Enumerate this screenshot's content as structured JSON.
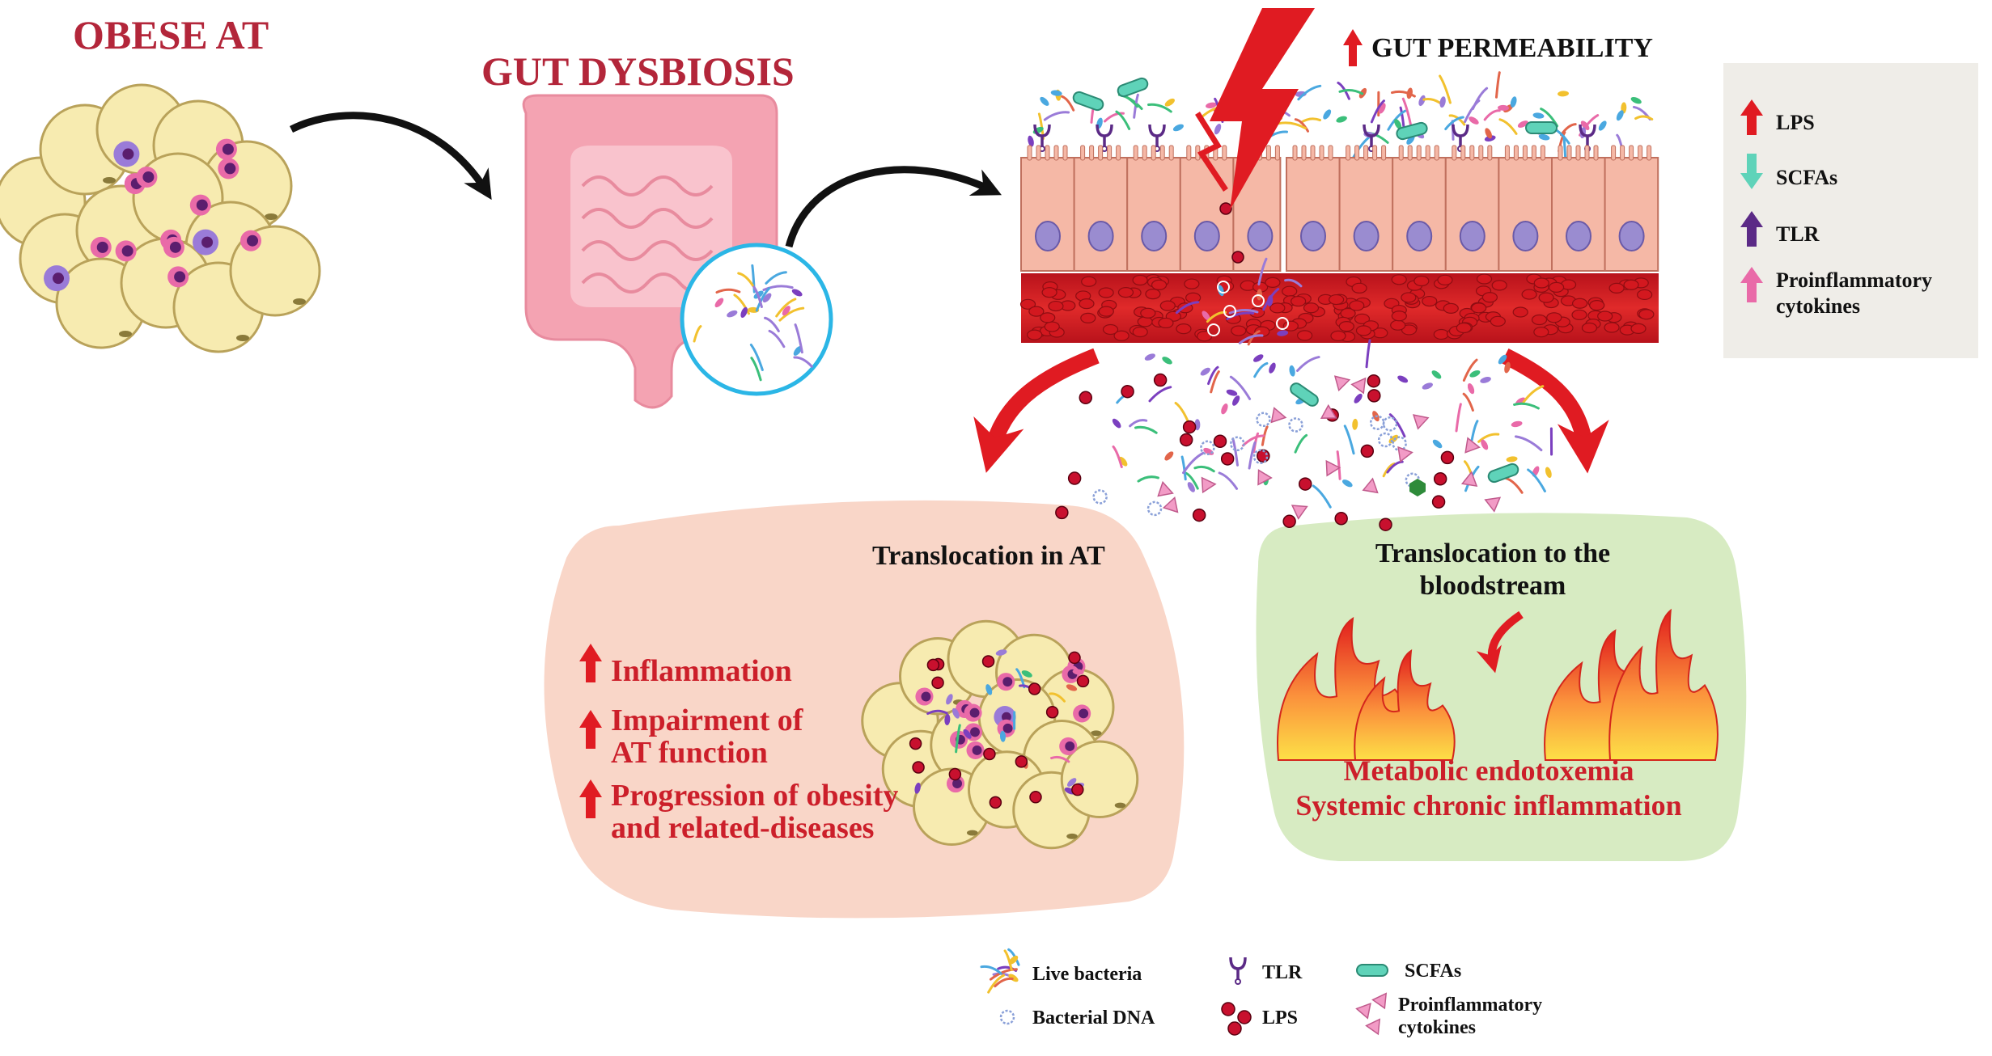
{
  "titles": {
    "obese_at": "OBESE AT",
    "gut_dysbiosis": "GUT DYSBIOSIS",
    "gut_permeability": "GUT PERMEABILITY"
  },
  "side_legend": {
    "items": [
      {
        "label": "LPS",
        "arrow": "up",
        "color": "#e01b22"
      },
      {
        "label": "SCFAs",
        "arrow": "down",
        "color": "#5fd3b9"
      },
      {
        "label": "TLR",
        "arrow": "up",
        "color": "#5b2a86"
      },
      {
        "label_line1": "Proinflammatory",
        "label_line2": "cytokines",
        "arrow": "up",
        "color": "#e96aa8"
      }
    ]
  },
  "at_panel": {
    "title": "Translocation in AT",
    "effects": [
      {
        "line1": "Inflammation",
        "line2": ""
      },
      {
        "line1": "Impairment of",
        "line2": "AT function"
      },
      {
        "line1": "Progression of obesity",
        "line2": "and related-diseases"
      }
    ]
  },
  "blood_panel": {
    "title_line1": "Translocation to the",
    "title_line2": "bloodstream",
    "outcome_line1": "Metabolic endotoxemia",
    "outcome_line2": "Systemic chronic inflammation"
  },
  "bottom_legend": {
    "live_bacteria": "Live bacteria",
    "bacterial_dna": "Bacterial DNA",
    "tlr": "TLR",
    "lps": "LPS",
    "scfas": "SCFAs",
    "cytokines_line1": "Proinflammatory",
    "cytokines_line2": "cytokines"
  },
  "colors": {
    "title_red": "#b3263a",
    "accent_red": "#e01b22",
    "adipocyte": "#f7ebb0",
    "intestine": "#f4a3b2",
    "epithelium": "#f5b8a6",
    "at_panel": "#f9d6c8",
    "blood_panel": "#d7ebc2",
    "legend_panel": "#efede8"
  }
}
